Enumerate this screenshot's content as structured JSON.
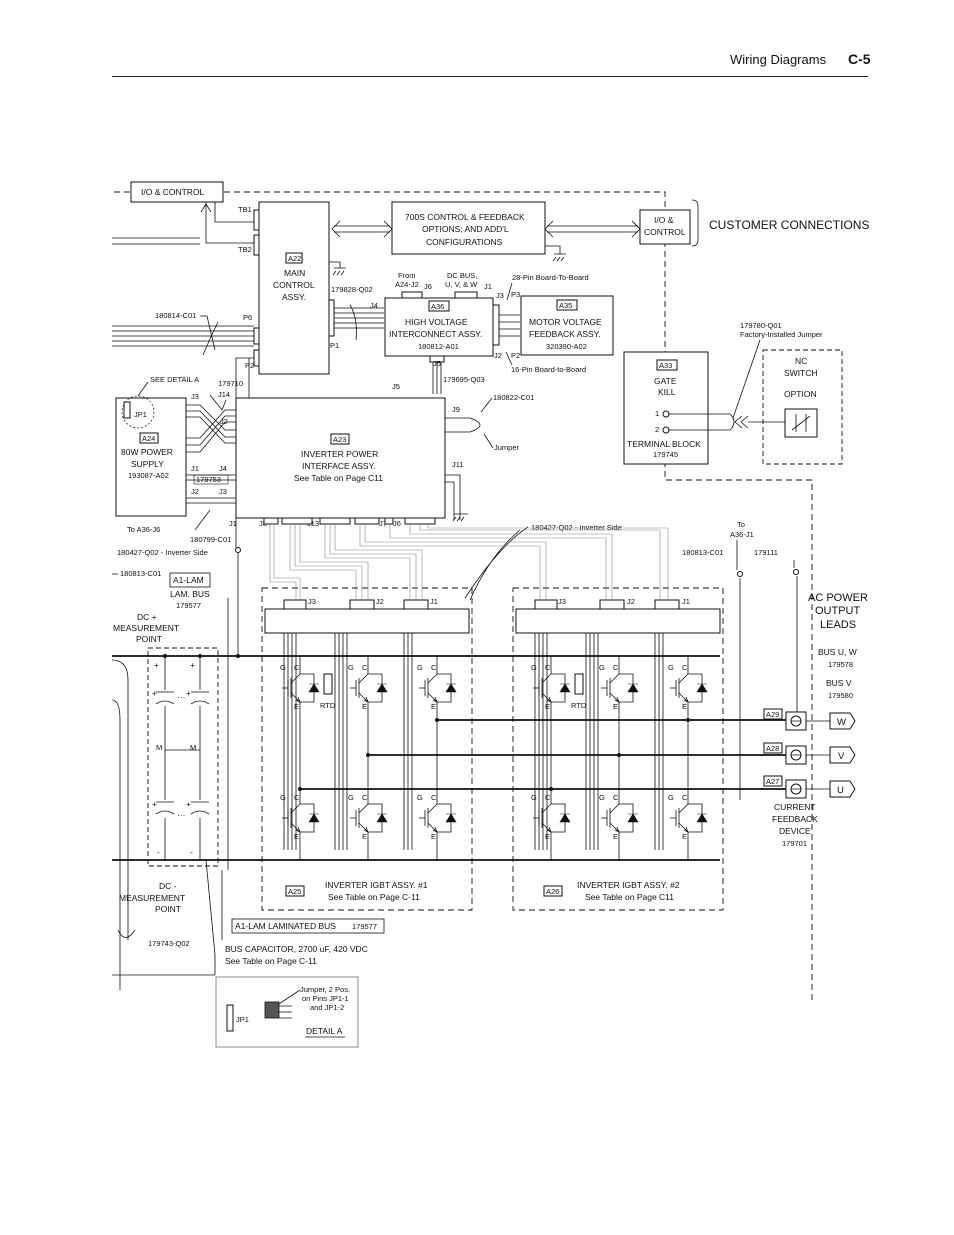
{
  "header": {
    "section": "Wiring Diagrams",
    "page": "C-5"
  },
  "labels": {
    "io_control_top": "I/O & CONTROL",
    "tb1": "TB1",
    "tb2": "TB2",
    "a22": "A22",
    "a22_name_1": "MAIN",
    "a22_name_2": "CONTROL",
    "a22_name_3": "ASSY.",
    "p6": "P6",
    "p2": "P2",
    "p1": "P1",
    "j4_top": "J4",
    "opt_1": "700S CONTROL & FEEDBACK",
    "opt_2": "OPTIONS; AND ADD'L",
    "opt_3": "CONFIGURATIONS",
    "io_1": "I/O &",
    "io_2": "CONTROL",
    "customer": "CUSTOMER CONNECTIONS",
    "from_1": "From",
    "from_2": "A24-J2",
    "j6_top": "J6",
    "dcbus_1": "DC BUS,",
    "dcbus_2": "U, V, & W",
    "j1_top": "J1",
    "j3_top": "J3",
    "p3": "P3",
    "pin28": "28-Pin Board-To-Board",
    "c179828": "179828-Q02",
    "c180814": "180814-C01",
    "a36": "A36",
    "a36_1": "HIGH VOLTAGE",
    "a36_2": "INTERCONNECT ASSY.",
    "a36_pn": "180812-A01",
    "a35": "A35",
    "a35_1": "MOTOR VOLTAGE",
    "a35_2": "FEEDBACK ASSY.",
    "a35_pn": "320390-A02",
    "j2_top": "J2",
    "p2_r": "P2",
    "pin16": "16-Pin Board-to-Board",
    "j5_a": "J5",
    "j5_b": "J5",
    "c179695": "179695-Q03",
    "c179780": "179780-Q01",
    "jumper_fact": "Factory-Installed Jumper",
    "nc_1": "NC",
    "nc_2": "SWITCH",
    "option": "OPTION",
    "a33": "A33",
    "gate": "GATE",
    "kill": "KILL",
    "tb_1": "1",
    "tb_2": "2",
    "term_block": "TERMINAL BLOCK",
    "c179745": "179745",
    "see_detail": "SEE DETAIL A",
    "c179710": "179710",
    "j3_pwr": "J3",
    "j14": "J14",
    "jp1": "JP1",
    "j2_a23": "J2",
    "a24": "A24",
    "a24_1": "80W POWER",
    "a24_2": "SUPPLY",
    "a24_pn": "193087-A02",
    "j1_pwr": "J1",
    "j4_pwr": "J4",
    "c179753": "179753",
    "j2_pwr": "J2",
    "j3_a23": "J3",
    "a23": "A23",
    "a23_1": "INVERTER POWER",
    "a23_2": "INTERFACE ASSY.",
    "a23_3": "See Table on Page C11",
    "j9": "J9",
    "c180822": "180822-C01",
    "jumper": "Jumper",
    "j11": "J11",
    "to_a36j6": "To A36-J6",
    "c180799": "180799-C01",
    "j1_b": "J1",
    "j8": "J8",
    "j13": "J13",
    "j7": "J7",
    "j6_b": "J6",
    "c180427_inv": "180427-Q02 - Inverter Side",
    "c180427_inv2": "180427-Q02 - Inverter Side",
    "to_a36j1_1": "To",
    "to_a36j1_2": "A36-J1",
    "c180813_r": "180813-C01",
    "c179111": "179111",
    "c180813_l": "180813-C01",
    "a1lam": "A1-LAM",
    "lambus": "LAM. BUS",
    "c179577": "179577",
    "dcp_1": "DC +",
    "dcp_2": "MEASUREMENT",
    "dcp_3": "POINT",
    "ac_1": "AC POWER",
    "ac_2": "OUTPUT",
    "ac_3": "LEADS",
    "busuw": "BUS U, W",
    "c179578": "179578",
    "busv": "BUS V",
    "c179580": "179580",
    "a29": "A29",
    "a28": "A28",
    "a27": "A27",
    "w": "W",
    "v": "V",
    "u": "U",
    "cur_1": "CURRENT",
    "cur_2": "FEEDBACK",
    "cur_3": "DEVICE",
    "c179701": "179701",
    "a25": "A25",
    "igbt1_1": "INVERTER IGBT ASSY. #1",
    "igbt1_2": "See Table on Page C-11",
    "a26": "A26",
    "igbt2_1": "INVERTER IGBT ASSY. #2",
    "igbt2_2": "See Table on Page C11",
    "dcm_1": "DC -",
    "dcm_2": "MEASUREMENT",
    "dcm_3": "POINT",
    "a1lam_full": "A1-LAM LAMINATED BUS",
    "c179577_b": "179577",
    "c179743": "179743-Q02",
    "cap_1": "BUS CAPACITOR, 2700 uF, 420 VDC",
    "cap_2": "See Table on Page C-11",
    "det_j1": "Jumper, 2 Pos.",
    "det_j2": "on Pins JP1-1",
    "det_j3": "and JP1-2",
    "det_jp1": "JP1",
    "detail_a": "DETAIL A",
    "rtd1": "RTD",
    "rtd2": "RTD",
    "j3_g1": "J3",
    "j2_g1": "J2",
    "j1_g1": "J1",
    "j3_g2": "J3",
    "j2_g2": "J2",
    "j1_g2": "J1",
    "plus": "+",
    "minus": "-",
    "m": "M",
    "g": "G",
    "c": "C",
    "e": "E"
  }
}
